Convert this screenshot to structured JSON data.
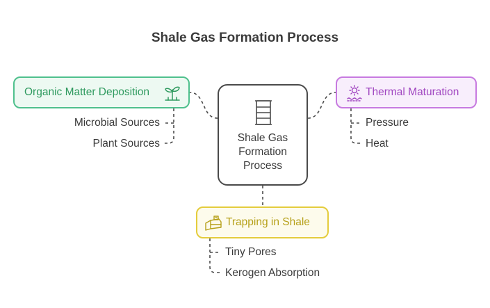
{
  "title": "Shale Gas Formation Process",
  "center": {
    "label": "Shale Gas Formation Process",
    "icon": "barrel-icon"
  },
  "branches": {
    "organic": {
      "label": "Organic Matter Deposition",
      "icon": "sprout-icon",
      "color": "#4fc08d",
      "items": [
        "Microbial Sources",
        "Plant Sources"
      ]
    },
    "thermal": {
      "label": "Thermal Maturation",
      "icon": "heat-sun-icon",
      "color": "#c77ae0",
      "items": [
        "Pressure",
        "Heat"
      ]
    },
    "trapping": {
      "label": "Trapping in Shale",
      "icon": "rock-layers-icon",
      "color": "#e4cc3c",
      "items": [
        "Tiny Pores",
        "Kerogen Absorption"
      ]
    }
  }
}
